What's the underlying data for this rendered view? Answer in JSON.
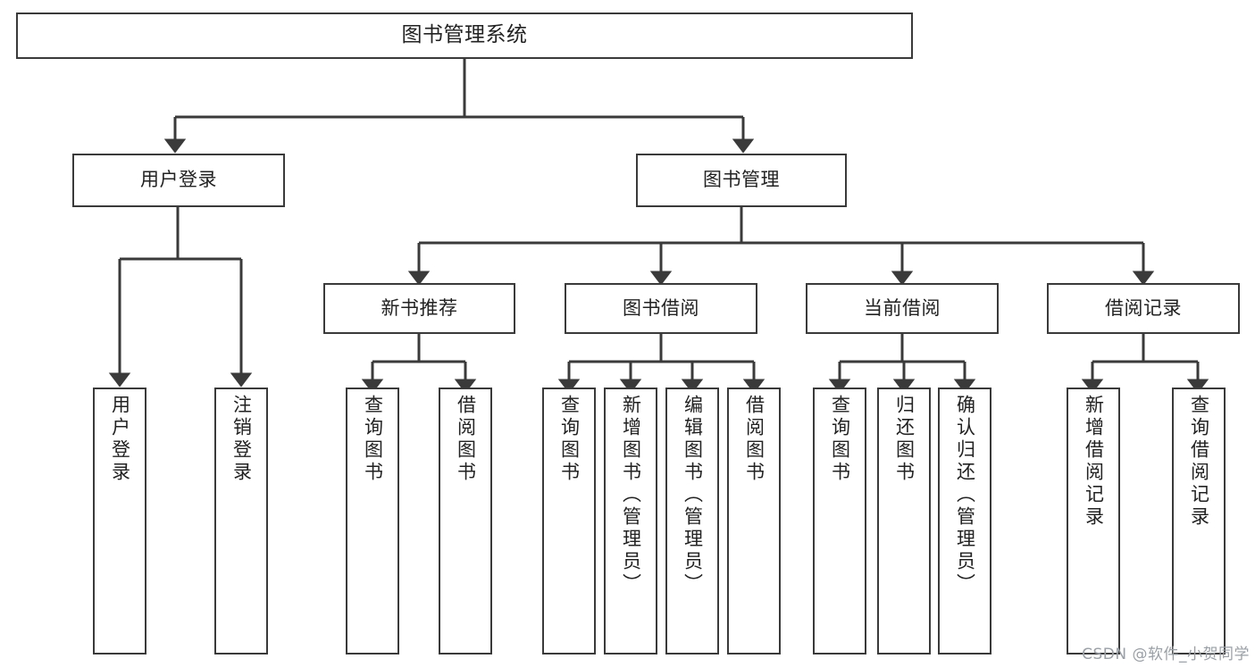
{
  "diagram": {
    "type": "tree",
    "title": "图书管理系统",
    "watermark": "CSDN @软件_小贺同学",
    "colors": {
      "stroke": "#3a3a3a",
      "text": "#222222",
      "background": "#ffffff",
      "watermark": "#9aa0a6"
    },
    "root": {
      "label": "图书管理系统"
    },
    "level2": [
      {
        "label": "用户登录"
      },
      {
        "label": "图书管理"
      }
    ],
    "level3": [
      {
        "label": "新书推荐"
      },
      {
        "label": "图书借阅"
      },
      {
        "label": "当前借阅"
      },
      {
        "label": "借阅记录"
      }
    ],
    "leaves": {
      "user_login": [
        {
          "label": "用户登录"
        },
        {
          "label": "注销登录"
        }
      ],
      "new_book_recommend": [
        {
          "label": "查询图书"
        },
        {
          "label": "借阅图书"
        }
      ],
      "book_borrow": [
        {
          "label": "查询图书"
        },
        {
          "label": "新增图书（管理员）"
        },
        {
          "label": "编辑图书（管理员）"
        },
        {
          "label": "借阅图书"
        }
      ],
      "current_borrow": [
        {
          "label": "查询图书"
        },
        {
          "label": "归还图书"
        },
        {
          "label": "确认归还（管理员）"
        }
      ],
      "borrow_record": [
        {
          "label": "新增借阅记录"
        },
        {
          "label": "查询借阅记录"
        }
      ]
    }
  }
}
